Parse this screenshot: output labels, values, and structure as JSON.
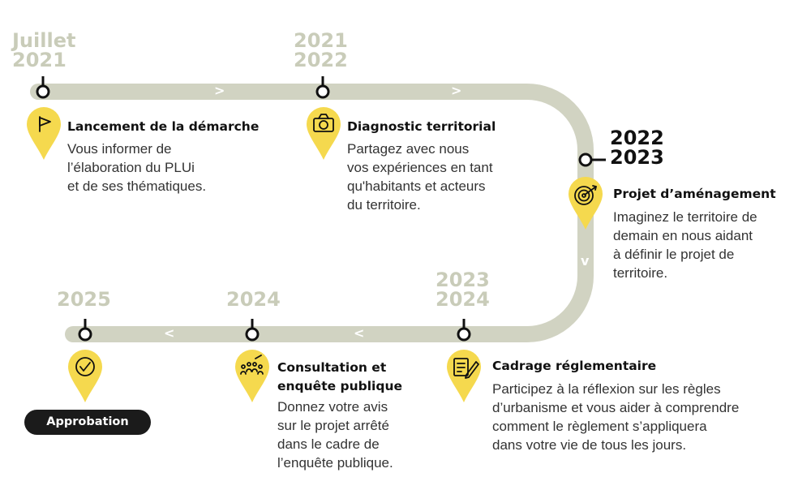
{
  "colors": {
    "track": "#d1d3c2",
    "pin": "#f5d94e",
    "year": "#c9ccb9",
    "dark": "#111111"
  },
  "steps": [
    {
      "year": "Juillet\n2021",
      "title": "Lancement de la démarche",
      "desc": "Vous informer de\nl’élaboration du PLUi\net de ses thématiques.",
      "icon": "flag-icon"
    },
    {
      "year": "2021\n2022",
      "title": "Diagnostic territorial",
      "desc": "Partagez avec nous\nvos expériences en tant\nqu'habitants et acteurs\ndu territoire.",
      "icon": "camera-icon"
    },
    {
      "year": "2022\n2023",
      "title": "Projet d’aménagement",
      "desc": "Imaginez le territoire de\ndemain en nous aidant\nà définir le projet de\nterritoire.",
      "icon": "target-icon"
    },
    {
      "year": "2023\n2024",
      "title": "Cadrage réglementaire",
      "desc": "Participez à la réflexion sur les règles\nd’urbanisme et vous aider à comprendre\ncomment le règlement s’appliquera\ndans votre vie de tous les jours.",
      "icon": "document-pen-icon"
    },
    {
      "year": "2024",
      "title": "Consultation et\nenquête publique",
      "desc": "Donnez votre avis\nsur le projet arrêté\ndans le cadre de\nl’enquête publique.",
      "icon": "audience-icon"
    },
    {
      "year": "2025",
      "title": "Approbation",
      "desc": "",
      "icon": "check-icon"
    }
  ],
  "arrows": [
    ">",
    ">",
    "v",
    "<",
    "<"
  ]
}
